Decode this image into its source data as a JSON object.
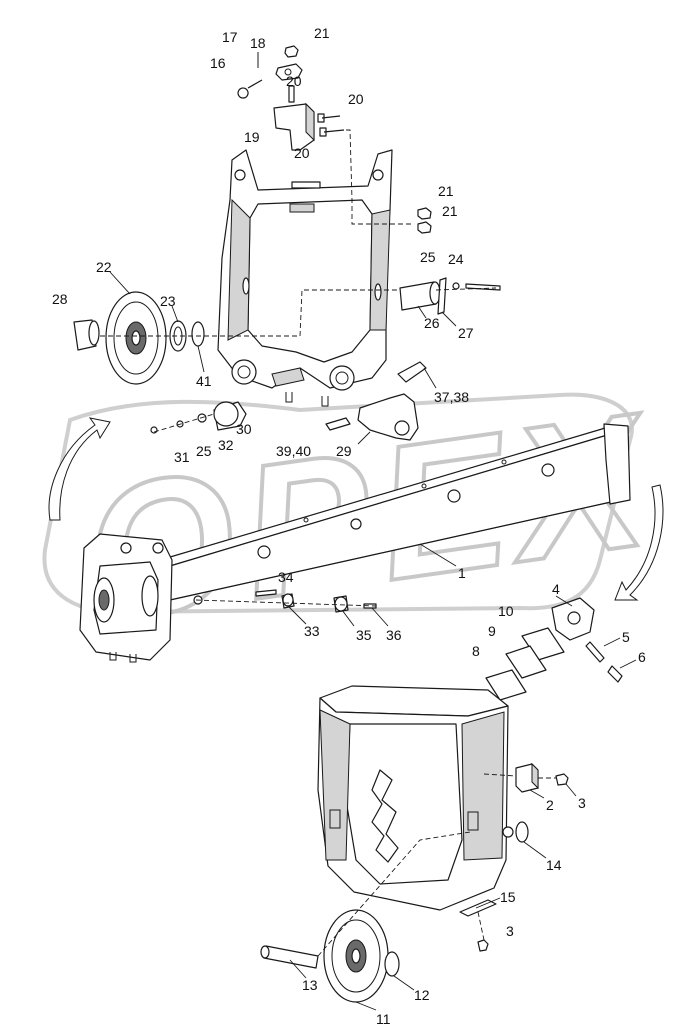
{
  "watermark": {
    "text": "OPEX"
  },
  "colors": {
    "line": "#1a1a1a",
    "watermark": "#c8c8c8",
    "background": "#ffffff"
  },
  "callouts": {
    "c1": "1",
    "c2": "2",
    "c3a": "3",
    "c3b": "3",
    "c4": "4",
    "c5": "5",
    "c6": "6",
    "c8": "8",
    "c9": "9",
    "c10": "10",
    "c11": "11",
    "c12": "12",
    "c13": "13",
    "c14": "14",
    "c15": "15",
    "c16": "16",
    "c17": "17",
    "c18": "18",
    "c19": "19",
    "c20a": "20",
    "c20b": "20",
    "c20c": "20",
    "c21a": "21",
    "c21b": "21",
    "c21c": "21",
    "c22": "22",
    "c23": "23",
    "c24": "24",
    "c25a": "25",
    "c25b": "25",
    "c26": "26",
    "c27": "27",
    "c28": "28",
    "c29": "29",
    "c30": "30",
    "c31": "31",
    "c32": "32",
    "c33": "33",
    "c34": "34",
    "c35": "35",
    "c36": "36",
    "c3738": "37,38",
    "c3940": "39,40",
    "c41": "41"
  }
}
